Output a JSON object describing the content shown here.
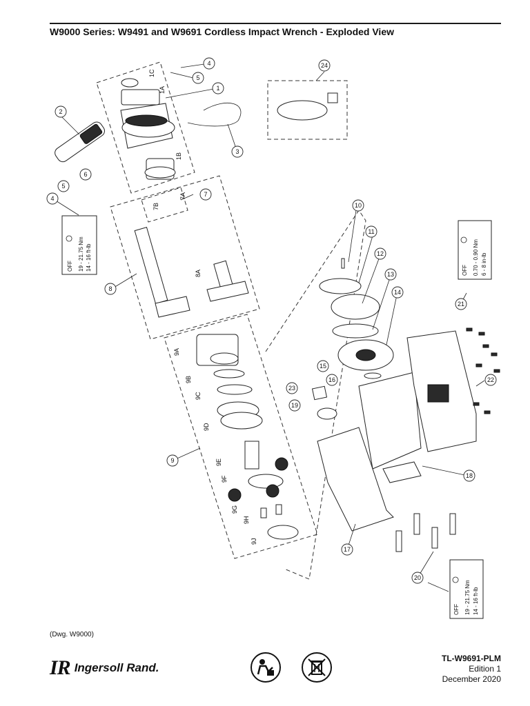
{
  "header": {
    "title": "W9000 Series: W9491 and W9691 Cordless Impact Wrench - Exploded View"
  },
  "callouts": [
    "1",
    "1A",
    "1B",
    "1C",
    "2",
    "3",
    "4",
    "5",
    "6",
    "7",
    "7A",
    "7B",
    "8",
    "8A",
    "9",
    "9A",
    "9B",
    "9C",
    "9D",
    "9E",
    "9F",
    "9G",
    "9H",
    "9J",
    "10",
    "11",
    "12",
    "13",
    "14",
    "15",
    "16",
    "17",
    "18",
    "19",
    "20",
    "21",
    "22",
    "23",
    "24"
  ],
  "torque_specs": {
    "spec_4": {
      "nm": "19 - 21.75 Nm",
      "ftlb": "14 - 16 ft-lb",
      "off": "OFF"
    },
    "spec_21": {
      "nm": "0.70 - 0.90 Nm",
      "ftlb": "6 - 8 in-lb",
      "off": "OFF"
    },
    "spec_20": {
      "nm": "19 - 21.75 Nm",
      "ftlb": "14 - 16 ft-lb",
      "off": "OFF"
    }
  },
  "footer": {
    "drawing_ref": "(Dwg. W9000)",
    "brand_mark": "IR",
    "brand_name": "Ingersoll Rand.",
    "doc_code": "TL-W9691-PLM",
    "edition": "Edition 1",
    "date": "December 2020"
  },
  "icons": [
    "read-manual-icon",
    "no-trash-bin-icon"
  ]
}
